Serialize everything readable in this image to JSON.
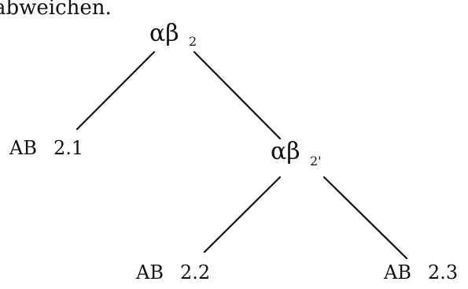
{
  "header_fragment": "abweichen.",
  "tree": {
    "root": {
      "label": "αβ",
      "subscript": "2"
    },
    "inner": {
      "label": "αβ",
      "subscript": "2'"
    },
    "leaves": [
      {
        "prefix": "AB",
        "number": "2.1"
      },
      {
        "prefix": "AB",
        "number": "2.2"
      },
      {
        "prefix": "AB",
        "number": "2.3"
      }
    ]
  }
}
